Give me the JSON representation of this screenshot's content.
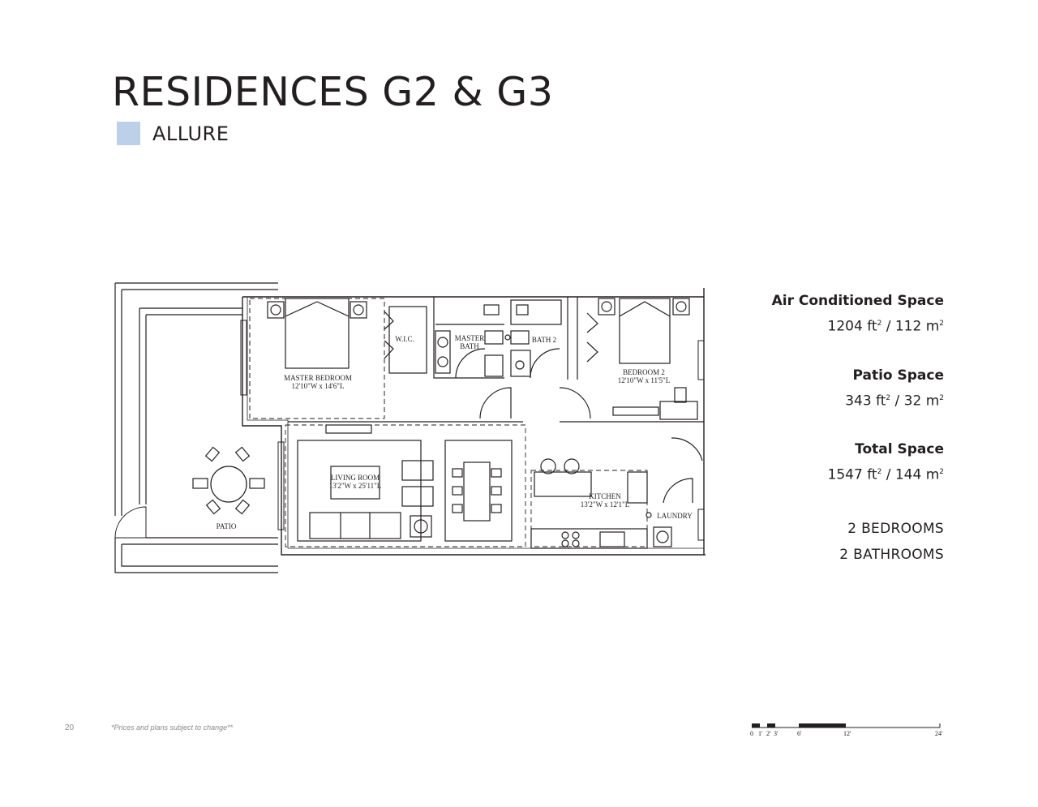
{
  "header": {
    "title": "RESIDENCES G2 & G3",
    "subtitle": "ALLURE",
    "swatch_color": "#bdd0ea"
  },
  "stats": [
    {
      "label": "Air Conditioned Space",
      "value_ft": "1204 ft",
      "value_m": " / 112 m",
      "sup": "2"
    },
    {
      "label": "Patio Space",
      "value_ft": "343 ft",
      "value_m": " / 32 m",
      "sup": "2"
    },
    {
      "label": "Total Space",
      "value_ft": "1547 ft",
      "value_m": " / 144 m",
      "sup": "2"
    }
  ],
  "rooms_summary": [
    "2 BEDROOMS",
    "2 BATHROOMS"
  ],
  "plan_labels": {
    "master_bedroom": "MASTER BEDROOM",
    "master_bedroom_dims": "12'10\"W x 14'6\"L",
    "wic": "W.I.C.",
    "master_bath_1": "MASTER",
    "master_bath_2": "BATH",
    "bath2": "BATH 2",
    "bedroom2": "BEDROOM 2",
    "bedroom2_dims": "12'10\"W x 11'5\"L",
    "living_room": "LIVING ROOM",
    "living_room_dims": "13'2\"W x 25'11\"L",
    "kitchen": "KITCHEN",
    "kitchen_dims": "13'2\"W x 12'1\"L",
    "laundry": "LAUNDRY",
    "patio": "PATIO"
  },
  "scale_bar": {
    "labels": [
      "0",
      "1'",
      "2'",
      "3'",
      "6'",
      "12'",
      "24'"
    ]
  },
  "footer": {
    "page_number": "20",
    "disclaimer": "*Prices and plans subject to change**"
  }
}
